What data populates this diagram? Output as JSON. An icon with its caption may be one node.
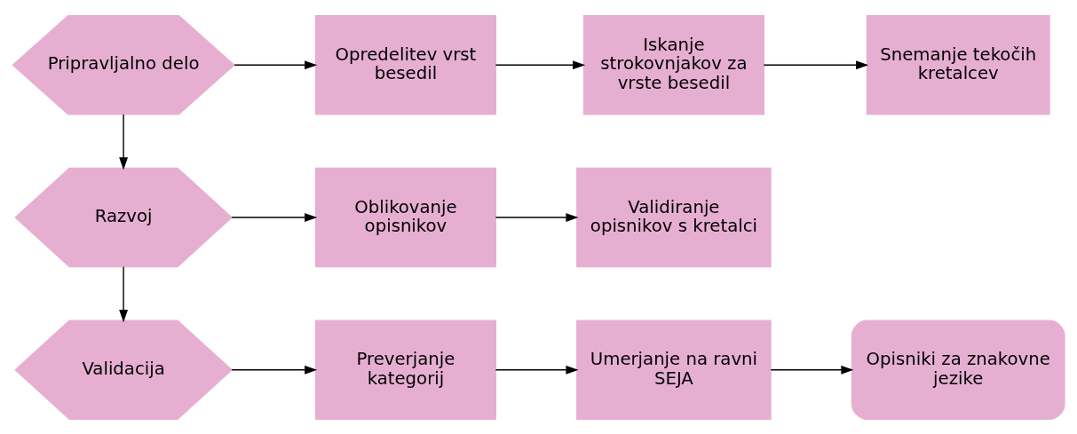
{
  "diagram": {
    "nodes": [
      {
        "text": [
          "Pripravljalno delo"
        ]
      },
      {
        "text": [
          "Opredelitev vrst besedil"
        ]
      },
      {
        "text": [
          "Iskanje strokovnjakov za vrste besedil"
        ]
      },
      {
        "text": [
          "Snemanje tekočih kretalcev"
        ]
      },
      {
        "text": [
          "Razvoj"
        ]
      },
      {
        "text": [
          "Oblikovanje opisnikov"
        ]
      },
      {
        "text": [
          "Validiranje opisnikov s kretalci"
        ]
      },
      {
        "text": [
          "Validacija"
        ]
      },
      {
        "text": [
          "Preverjanje kategorij"
        ]
      },
      {
        "text": [
          "Umerjanje na ravni SEJA"
        ]
      },
      {
        "text": [
          "Opisniki za znakovne jezike"
        ]
      }
    ],
    "edges": [
      {
        "from": 0,
        "to": 1,
        "arrow": "to"
      },
      {
        "from": 1,
        "to": 2,
        "arrow": "to"
      },
      {
        "from": 2,
        "to": 3,
        "arrow": "to"
      },
      {
        "from": 0,
        "to": 4,
        "arrow": "to"
      },
      {
        "from": 4,
        "to": 5,
        "arrow": "to"
      },
      {
        "from": 5,
        "to": 6,
        "arrow": "to"
      },
      {
        "from": 4,
        "to": 7,
        "arrow": "to"
      },
      {
        "from": 7,
        "to": 8,
        "arrow": "to"
      },
      {
        "from": 8,
        "to": 9,
        "arrow": "to"
      },
      {
        "from": 9,
        "to": 10,
        "arrow": "to"
      }
    ]
  }
}
